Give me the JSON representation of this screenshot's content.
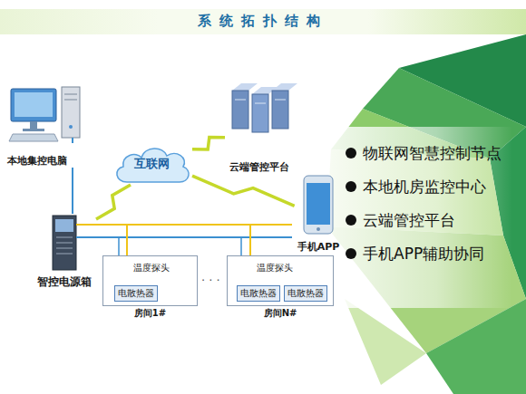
{
  "diagram": {
    "title": "系统拓扑结构",
    "nodes": [
      {
        "text": [
          "本地集控电脑"
        ]
      },
      {
        "text": [
          "云端管控平台"
        ]
      },
      {
        "text": [
          "互联网"
        ]
      },
      {
        "text": [
          "手机APP"
        ]
      },
      {
        "text": [
          "智控电源箱"
        ]
      },
      {
        "text": [
          "温度探头",
          "房间1#"
        ]
      },
      {
        "text": [
          "电散热器"
        ],
        "in": 5
      },
      {
        "text": [
          "温度探头",
          "房间N#"
        ]
      },
      {
        "text": [
          "电散热器"
        ],
        "in": 7
      },
      {
        "text": [
          "电散热器"
        ],
        "in": 7
      }
    ],
    "edges": [
      {
        "from": 0,
        "to": 4,
        "arrow": "none"
      },
      {
        "from": 4,
        "to": 2,
        "arrow": "none"
      },
      {
        "from": 2,
        "to": 1,
        "arrow": "none"
      },
      {
        "from": 2,
        "to": 3,
        "arrow": "none"
      },
      {
        "from": 4,
        "to": 5,
        "arrow": "none"
      },
      {
        "from": 4,
        "to": 7,
        "arrow": "none"
      }
    ],
    "labels": [
      "· · ·",
      "物联网智慧控制节点",
      "本地机房监控中心",
      "云端管控平台",
      "手机APP辅助协同"
    ]
  }
}
